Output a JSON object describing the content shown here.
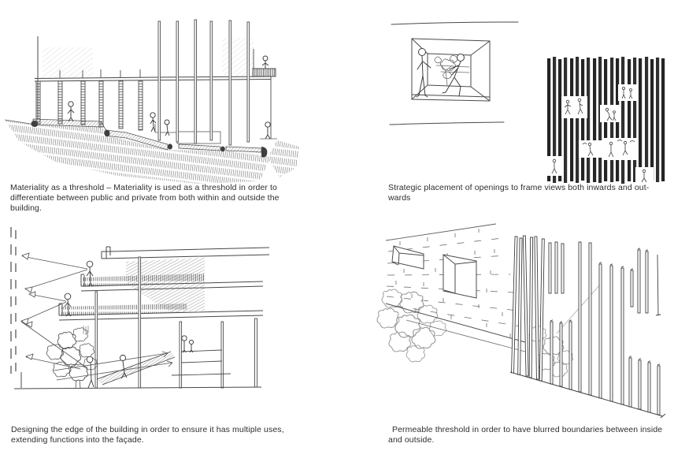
{
  "colors": {
    "background": "#ffffff",
    "sketch_ink": "#4a4a4a",
    "slat_ink": "#242424",
    "caption_text": "#2e2e2e"
  },
  "figures": [
    {
      "name": "materiality-threshold-section-sketch",
      "caption_lines": [
        "Materiality as a threshold – Materiality is used as a threshold in order to",
        "differentiate between public and private from both within and outside the",
        "building."
      ]
    },
    {
      "name": "strategic-openings-sketches",
      "caption_lines": [
        "Strategic placement of openings to frame views both inwards and out-",
        "wards"
      ]
    },
    {
      "name": "building-edge-section-sketch",
      "caption_lines": [
        "Designing the edge of the building in order to ensure it has multiple uses,",
        "extending functions into the façade."
      ]
    },
    {
      "name": "permeable-threshold-sketch",
      "caption_lines": [
        "Permeable threshold in order to have blurred boundaries between inside",
        "and outside."
      ]
    }
  ]
}
